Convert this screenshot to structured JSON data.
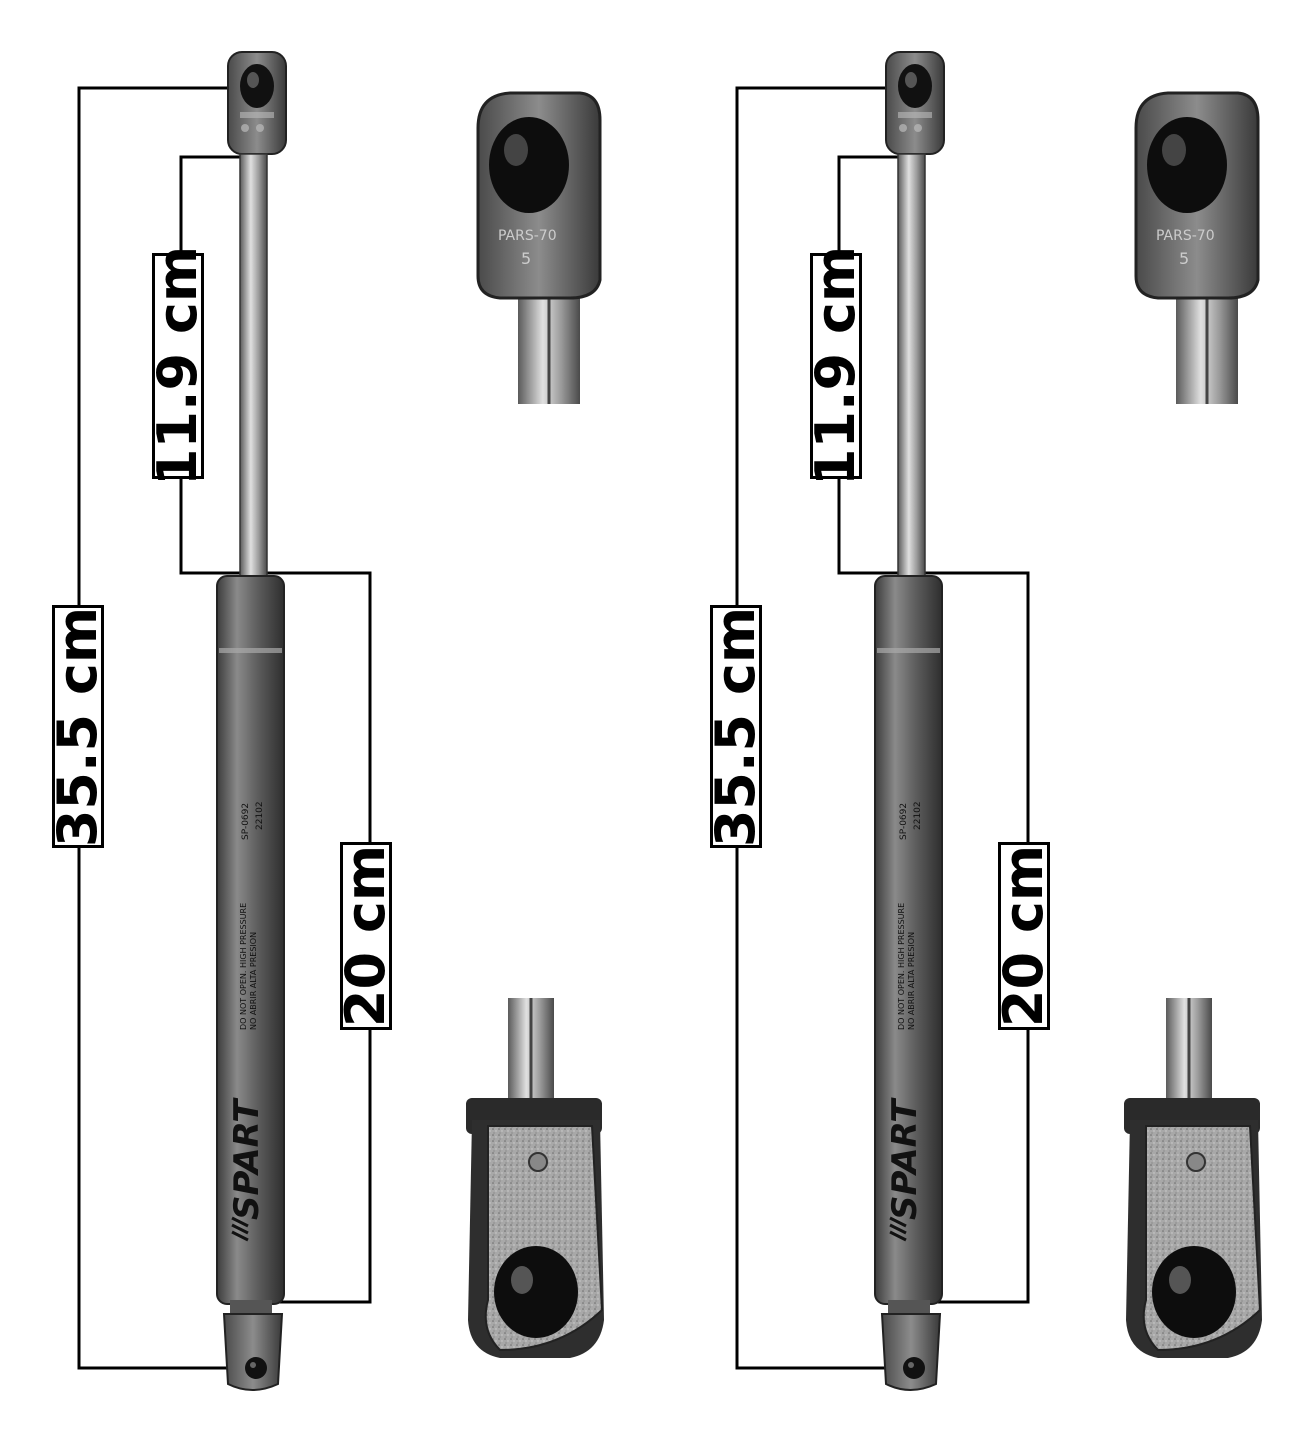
{
  "product": {
    "brand": "SPART",
    "part_number": "SP-0692",
    "date_code": "22102",
    "warning_line_1": "DO NOT OPEN. HIGH PRESSURE",
    "warning_line_2": "NO ABRIR ALTA PRESION",
    "end_fitting_marking": "PARS-70",
    "end_fitting_number": "5"
  },
  "dimensions": {
    "total_length": "35.5 cm",
    "rod_length": "11.9 cm",
    "body_length": "20 cm"
  },
  "colors": {
    "strut_body": "#6e6e6e",
    "rod": "#b5b5b5",
    "fitting": "#7a7a7a",
    "bracket": "#9a9a9a",
    "dimension_lines": "#000000"
  },
  "icons": {
    "spart_logo": "spart-logo-icon",
    "top_end_fitting": "ball-socket-icon",
    "bottom_bracket": "eye-bracket-icon"
  }
}
